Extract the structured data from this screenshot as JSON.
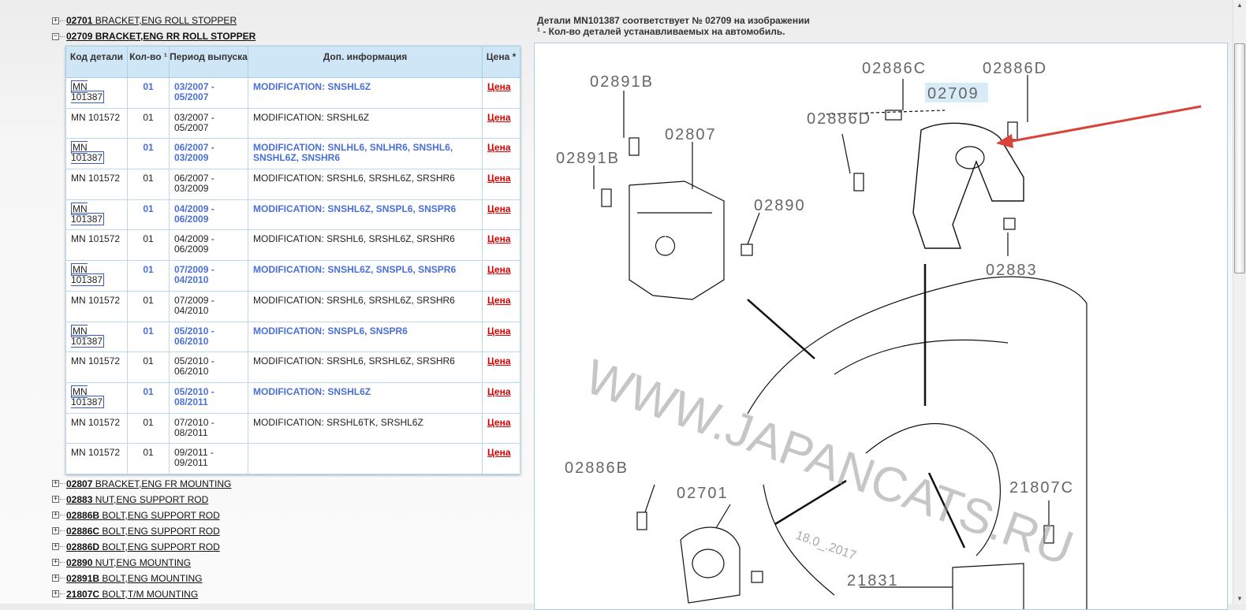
{
  "tree_before": [
    {
      "code": "02701",
      "name": "BRACKET,ENG ROLL STOPPER",
      "expanded": false
    },
    {
      "code": "02709",
      "name": "BRACKET,ENG RR ROLL STOPPER",
      "expanded": true
    }
  ],
  "table": {
    "headers": [
      "Код детали",
      "Кол-во ¹",
      "Период выпуска",
      "Доп. информация",
      "Цена *"
    ],
    "rows": [
      {
        "code": "MN 101387",
        "qty": "01",
        "period": "03/2007 - 05/2007",
        "info": "MODIFICATION: SNSHL6Z",
        "price": "Цена",
        "highlight": true
      },
      {
        "code": "MN 101572",
        "qty": "01",
        "period": "03/2007 - 05/2007",
        "info": "MODIFICATION: SRSHL6Z",
        "price": "Цена",
        "highlight": false
      },
      {
        "code": "MN 101387",
        "qty": "01",
        "period": "06/2007 - 03/2009",
        "info": "MODIFICATION: SNLHL6, SNLHR6, SNSHL6, SNSHL6Z, SNSHR6",
        "price": "Цена",
        "highlight": true
      },
      {
        "code": "MN 101572",
        "qty": "01",
        "period": "06/2007 - 03/2009",
        "info": "MODIFICATION: SRSHL6, SRSHL6Z, SRSHR6",
        "price": "Цена",
        "highlight": false
      },
      {
        "code": "MN 101387",
        "qty": "01",
        "period": "04/2009 - 06/2009",
        "info": "MODIFICATION: SNSHL6Z, SNSPL6, SNSPR6",
        "price": "Цена",
        "highlight": true
      },
      {
        "code": "MN 101572",
        "qty": "01",
        "period": "04/2009 - 06/2009",
        "info": "MODIFICATION: SRSHL6, SRSHL6Z, SRSHR6",
        "price": "Цена",
        "highlight": false
      },
      {
        "code": "MN 101387",
        "qty": "01",
        "period": "07/2009 - 04/2010",
        "info": "MODIFICATION: SNSHL6Z, SNSPL6, SNSPR6",
        "price": "Цена",
        "highlight": true
      },
      {
        "code": "MN 101572",
        "qty": "01",
        "period": "07/2009 - 04/2010",
        "info": "MODIFICATION: SRSHL6, SRSHL6Z, SRSHR6",
        "price": "Цена",
        "highlight": false
      },
      {
        "code": "MN 101387",
        "qty": "01",
        "period": "05/2010 - 06/2010",
        "info": "MODIFICATION: SNSPL6, SNSPR6",
        "price": "Цена",
        "highlight": true
      },
      {
        "code": "MN 101572",
        "qty": "01",
        "period": "05/2010 - 06/2010",
        "info": "MODIFICATION: SRSHL6, SRSHL6Z, SRSHR6",
        "price": "Цена",
        "highlight": false
      },
      {
        "code": "MN 101387",
        "qty": "01",
        "period": "05/2010 - 08/2011",
        "info": "MODIFICATION: SNSHL6Z",
        "price": "Цена",
        "highlight": true
      },
      {
        "code": "MN 101572",
        "qty": "01",
        "period": "07/2010 - 08/2011",
        "info": "MODIFICATION: SRSHL6TK, SRSHL6Z",
        "price": "Цена",
        "highlight": false
      },
      {
        "code": "MN 101572",
        "qty": "01",
        "period": "09/2011 - 09/2011",
        "info": "",
        "price": "Цена",
        "highlight": false
      }
    ]
  },
  "tree_after": [
    {
      "code": "02807",
      "name": "BRACKET,ENG FR MOUNTING"
    },
    {
      "code": "02883",
      "name": "NUT,ENG SUPPORT ROD"
    },
    {
      "code": "02886B",
      "name": "BOLT,ENG SUPPORT ROD"
    },
    {
      "code": "02886C",
      "name": "BOLT,ENG SUPPORT ROD"
    },
    {
      "code": "02886D",
      "name": "BOLT,ENG SUPPORT ROD"
    },
    {
      "code": "02890",
      "name": "NUT,ENG MOUNTING"
    },
    {
      "code": "02891B",
      "name": "BOLT,ENG MOUNTING"
    },
    {
      "code": "21807C",
      "name": "BOLT,T/M MOUNTING"
    }
  ],
  "note": {
    "line1": "Детали MN101387 соответствует № 02709 на изображении",
    "line2": "¹ - Кол-во деталей устанавливаемых на автомобиль."
  },
  "diagram": {
    "callouts": [
      "02891B",
      "02886C",
      "02886D",
      "02709",
      "02886D",
      "02807",
      "02891B",
      "02890",
      "02883",
      "02886B",
      "02701",
      "21807C",
      "21831"
    ],
    "watermark": "WWW.JAPANCATS.RU",
    "date": "18.0_.2017",
    "highlight_color": "#d8ecf8",
    "arrow_color": "#d9443a"
  }
}
